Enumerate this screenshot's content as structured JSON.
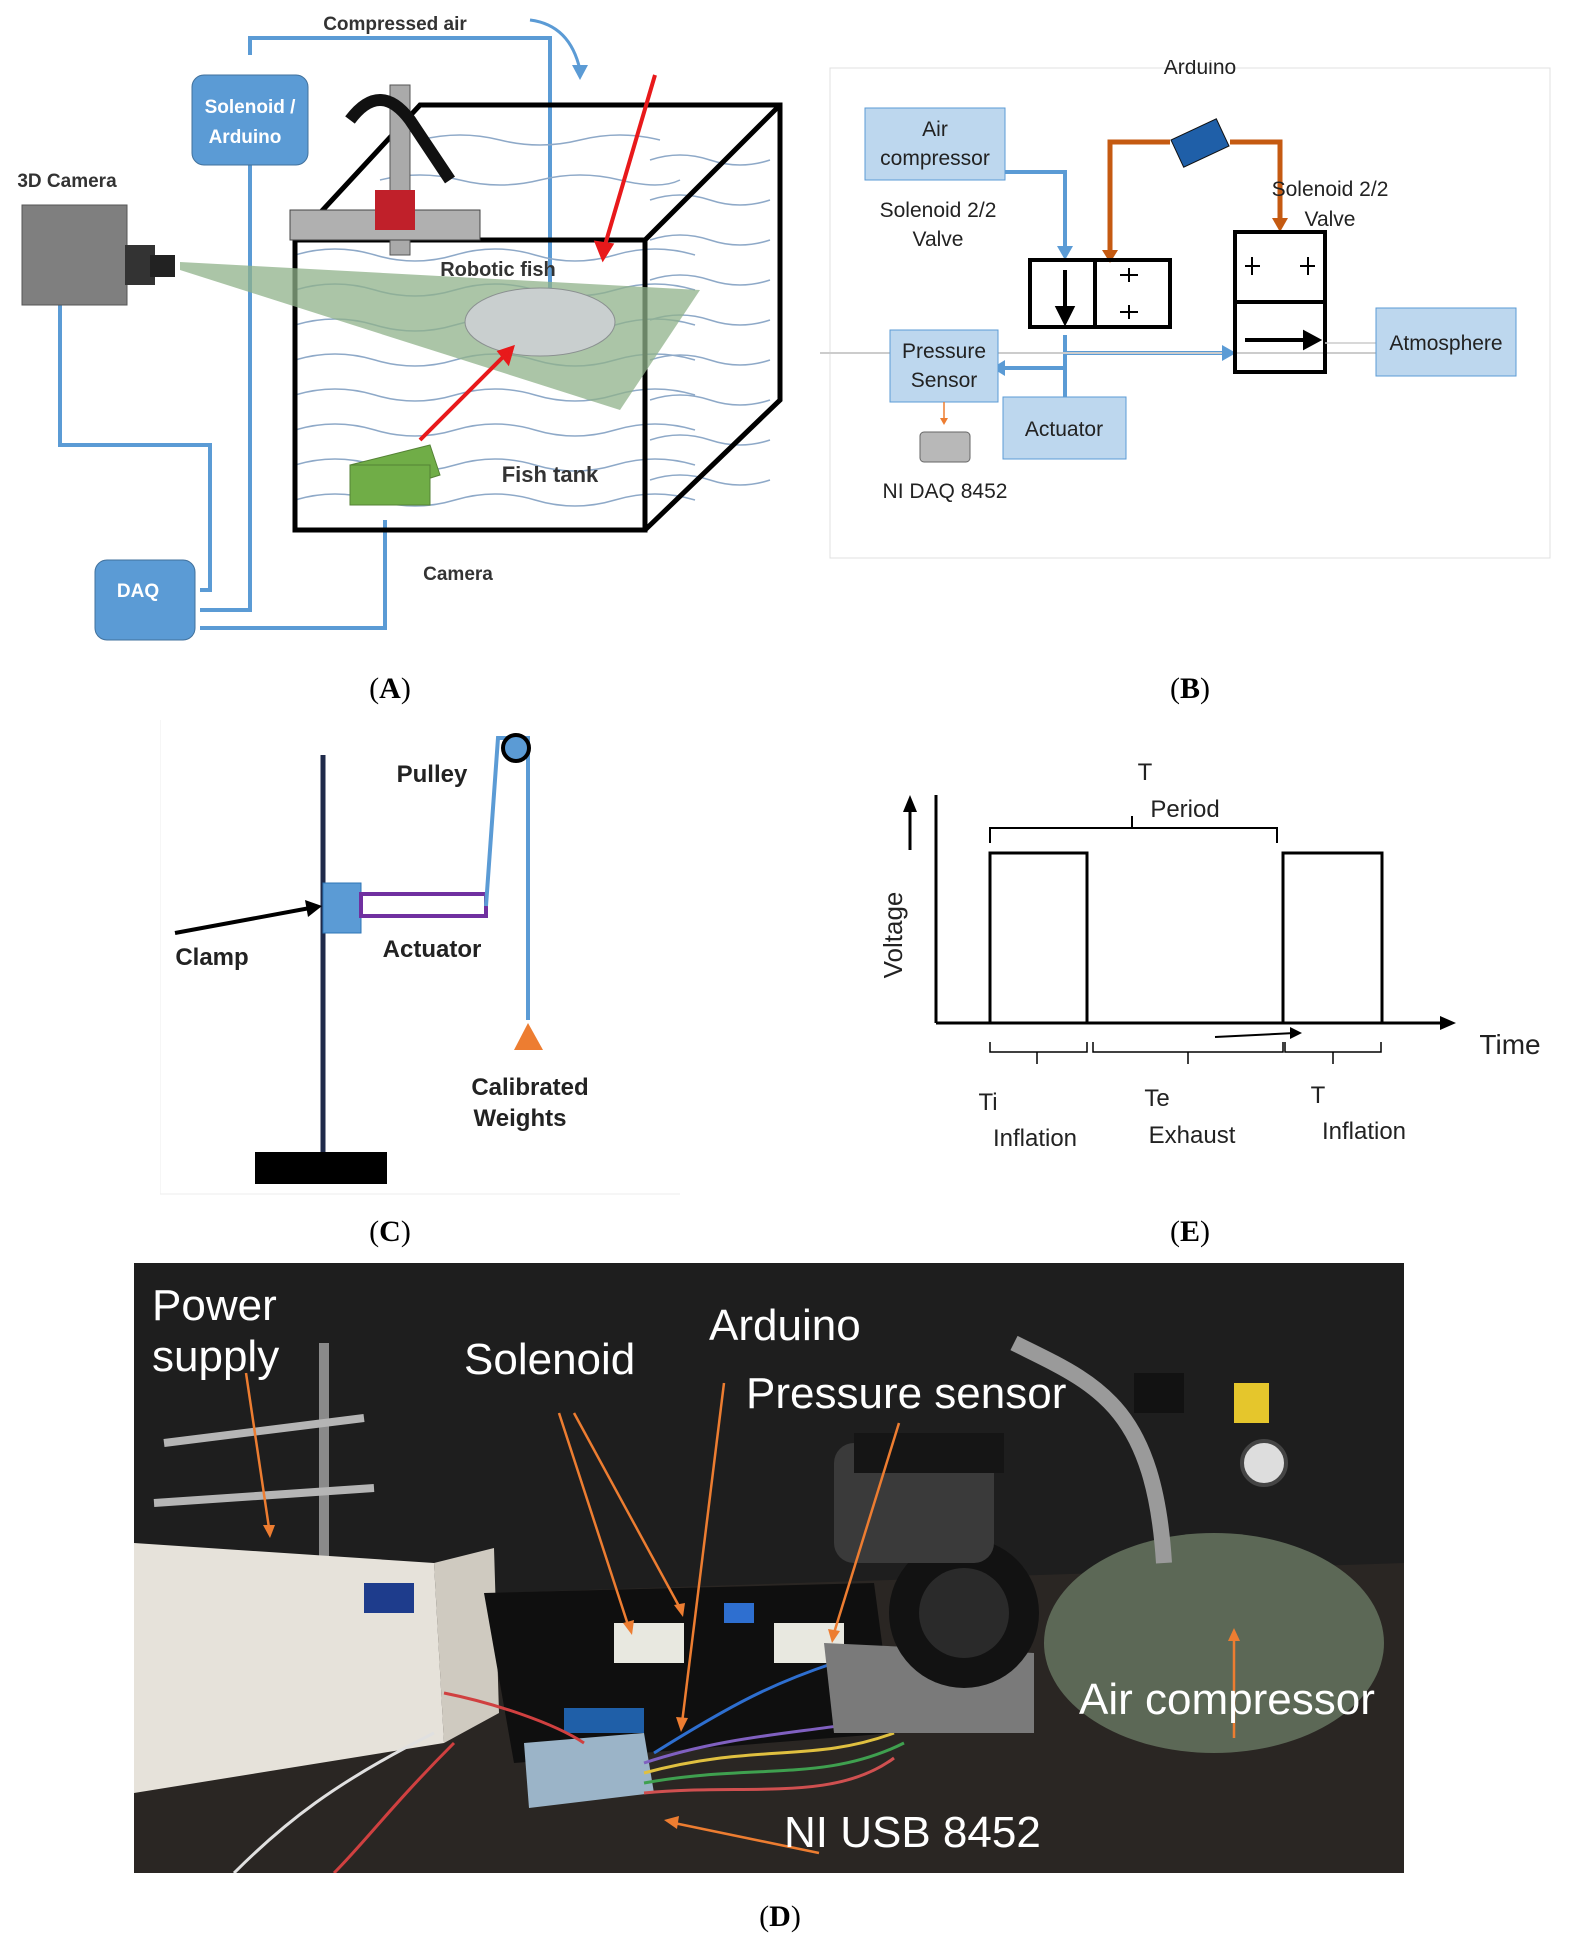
{
  "panel_a": {
    "compressed_air": "Compressed air",
    "solenoid_arduino_1": "Solenoid /",
    "solenoid_arduino_2": "Arduino",
    "camera_3d": "3D Camera",
    "robotic_fish": "Robotic fish",
    "fish_tank": "Fish tank",
    "daq": "DAQ",
    "camera": "Camera",
    "caption": "A"
  },
  "panel_b": {
    "arduino": "Arduino",
    "air_compressor_1": "Air",
    "air_compressor_2": "compressor",
    "solenoid_left_1": "Solenoid 2/2",
    "solenoid_left_2": "Valve",
    "solenoid_right_1": "Solenoid 2/2",
    "solenoid_right_2": "Valve",
    "pressure_sensor_1": "Pressure",
    "pressure_sensor_2": "Sensor",
    "actuator": "Actuator",
    "atmosphere": "Atmosphere",
    "ni_daq": "NI DAQ 8452",
    "caption": "B"
  },
  "panel_c": {
    "pulley": "Pulley",
    "clamp": "Clamp",
    "actuator": "Actuator",
    "weights_1": "Calibrated",
    "weights_2": "Weights",
    "caption": "C"
  },
  "panel_e": {
    "t_label": "T",
    "period": "Period",
    "voltage": "Voltage",
    "time": "Time",
    "ti": "Ti",
    "inflation_1": "Inflation",
    "te": "Te",
    "exhaust": "Exhaust",
    "t2": "T",
    "inflation_2": "Inflation",
    "caption": "E"
  },
  "panel_d": {
    "power_supply_1": "Power",
    "power_supply_2": "supply",
    "solenoid": "Solenoid",
    "arduino": "Arduino",
    "pressure_sensor": "Pressure sensor",
    "air_compressor": "Air compressor",
    "ni_usb": "NI USB 8452",
    "caption": "D"
  },
  "colors": {
    "box_blue": "#5b9bd5",
    "box_light": "#bdd7ee",
    "line_blue": "#5b9bd5",
    "wire_orange": "#c55a11",
    "green_sheet": "#8fb28a",
    "camera_gray": "#7f7f7f",
    "red": "#e8191b",
    "annotation_orange": "#ed7d31",
    "purple": "#7030a0"
  }
}
